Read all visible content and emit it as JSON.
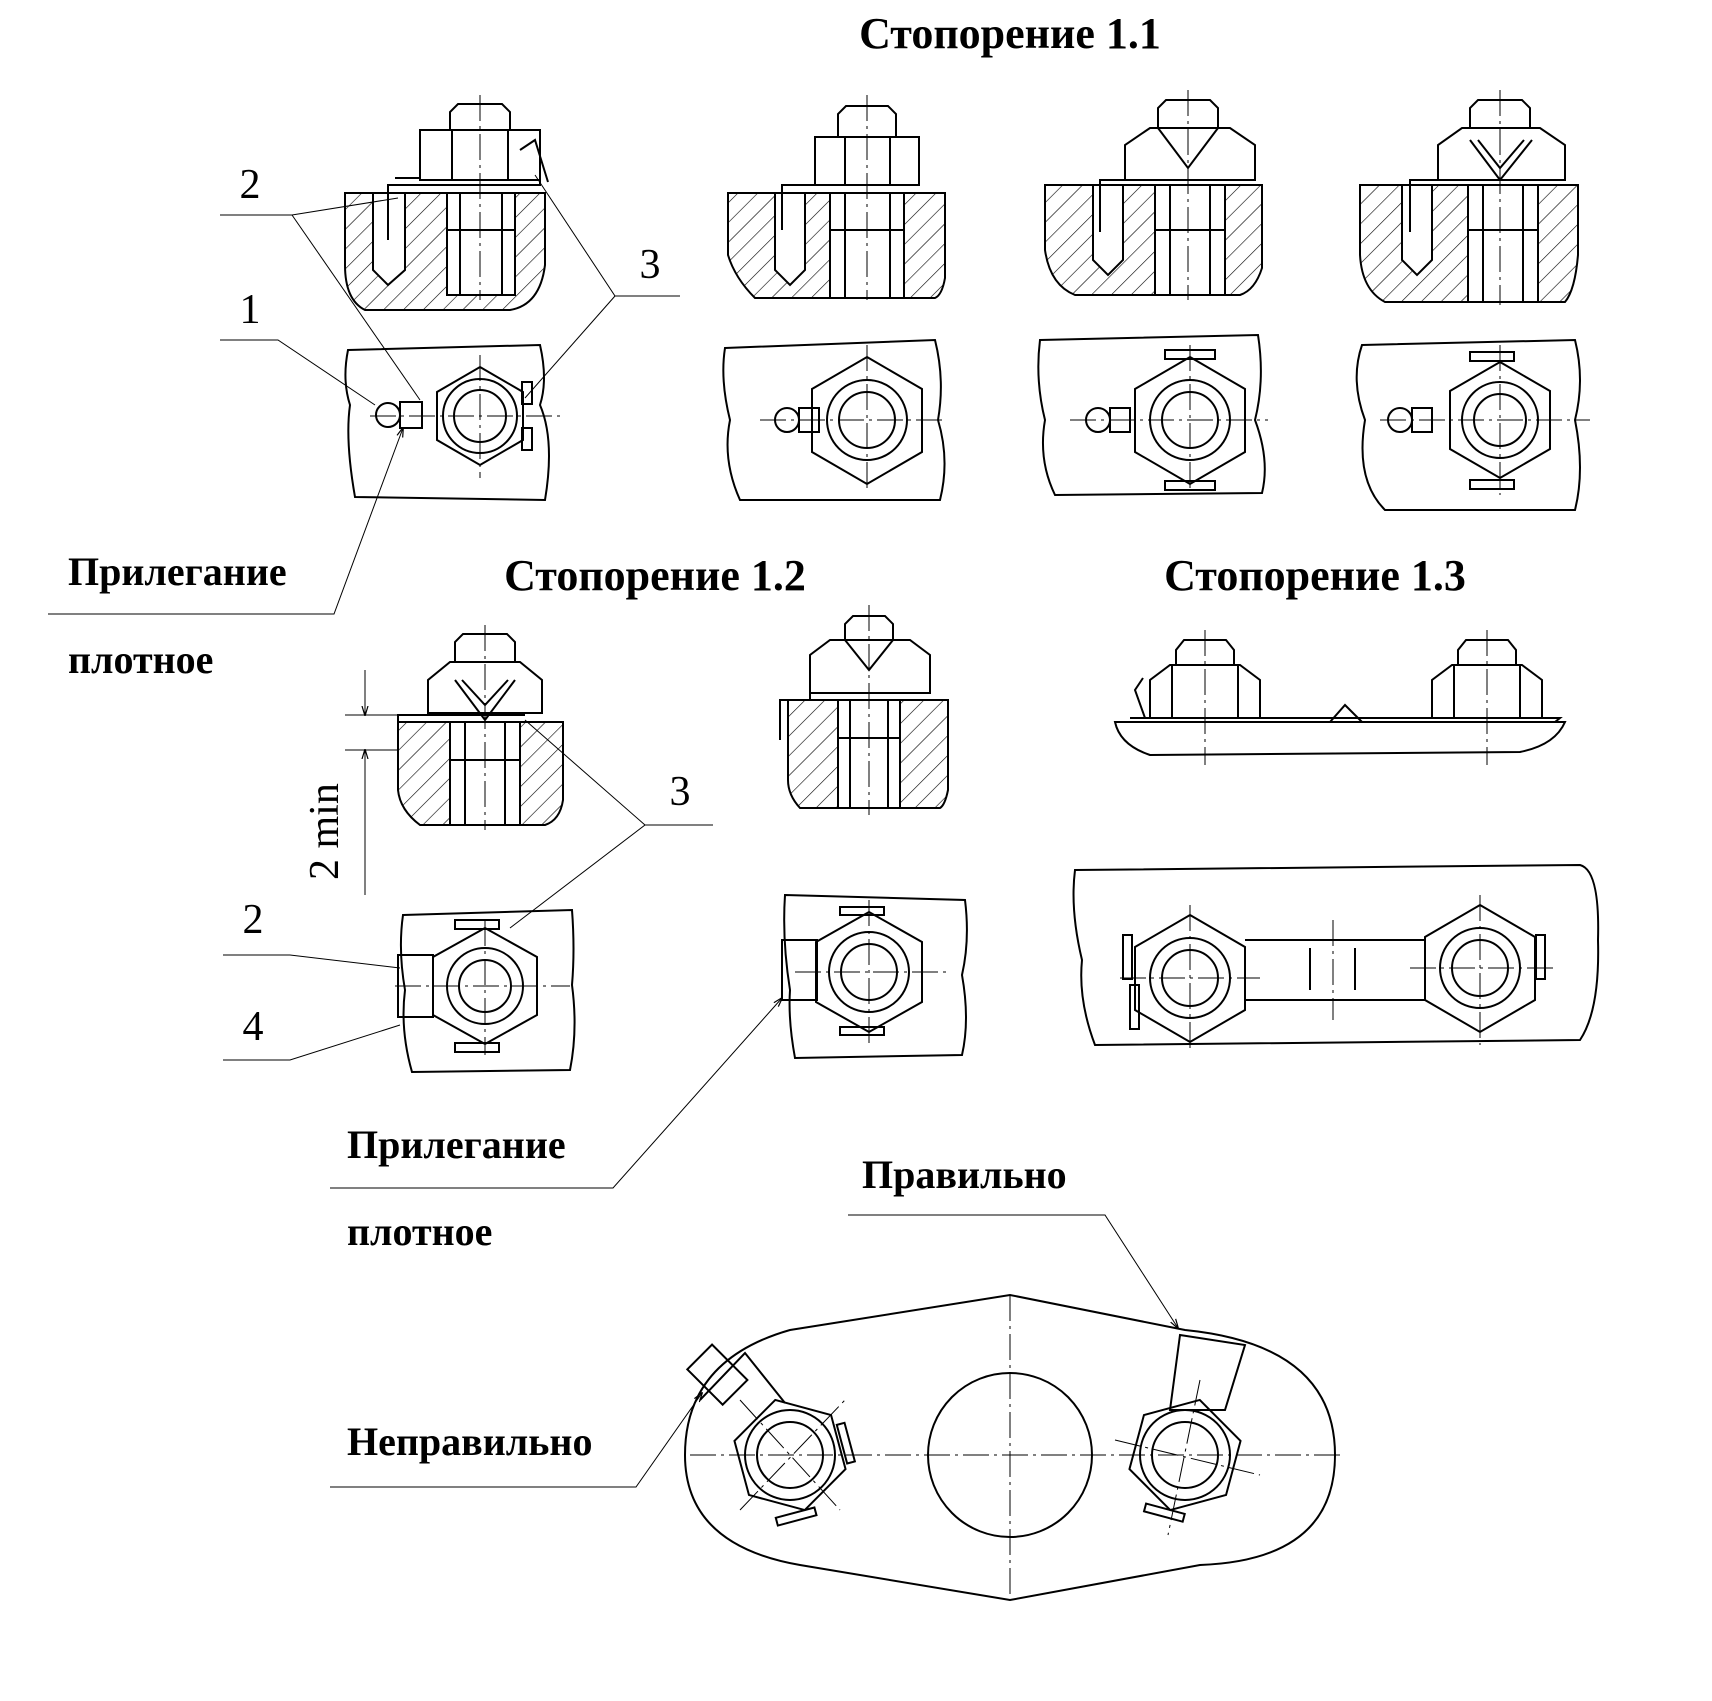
{
  "titles": {
    "lock_1_1": "Стопорение 1.1",
    "lock_1_2": "Стопорение 1.2",
    "lock_1_3": "Стопорение 1.3"
  },
  "callouts": {
    "n1": "1",
    "n2_top": "2",
    "n3_top": "3",
    "n2_mid": "2",
    "n3_mid": "3",
    "n4_mid": "4"
  },
  "notes": {
    "tight_fit_top_line1": "Прилегание",
    "tight_fit_top_line2": "плотное",
    "tight_fit_mid_line1": "Прилегание",
    "tight_fit_mid_line2": "плотное",
    "dimension": "2 min",
    "correct": "Правильно",
    "incorrect": "Неправильно"
  }
}
